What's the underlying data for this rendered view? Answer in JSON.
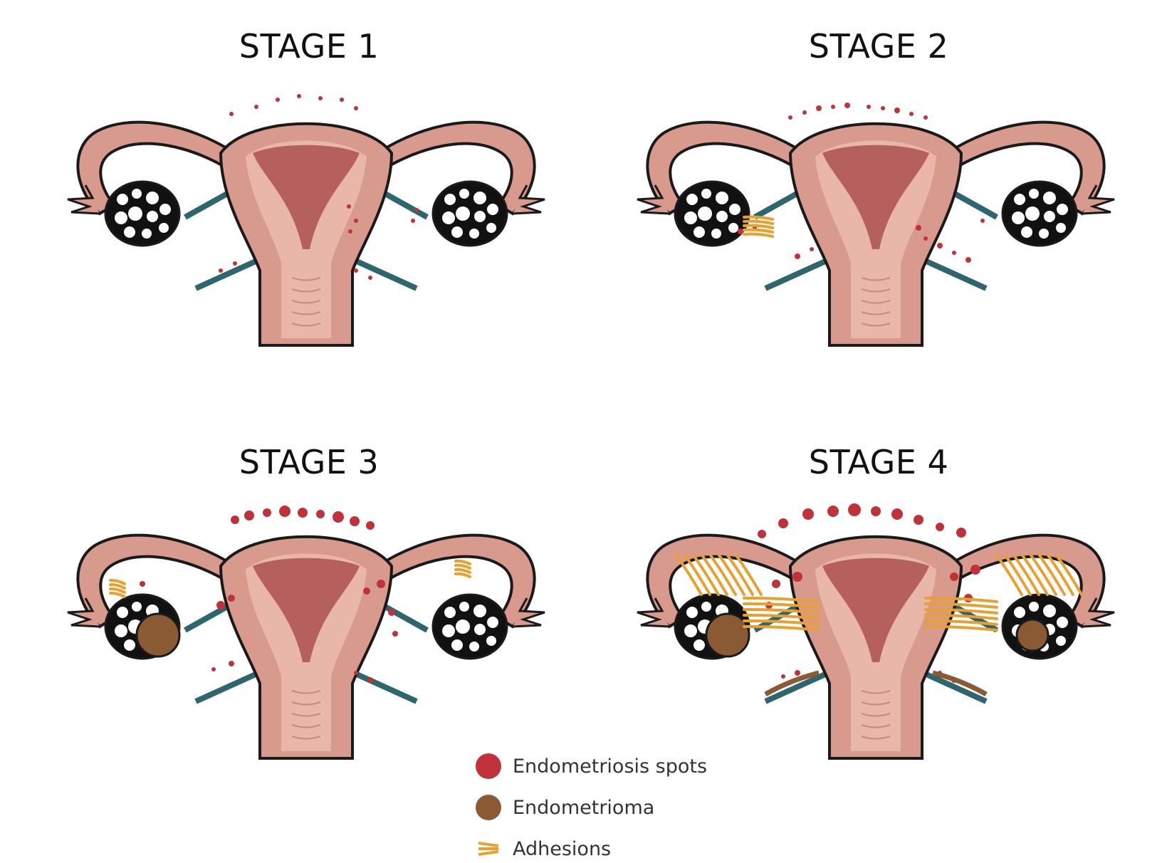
{
  "stages": [
    {
      "title": "STAGE 1"
    },
    {
      "title": "STAGE 2"
    },
    {
      "title": "STAGE 3"
    },
    {
      "title": "STAGE 4"
    }
  ],
  "legend": {
    "items": [
      {
        "label": "Endometriosis spots",
        "color": "#c0323a",
        "icon": "red-dot-icon"
      },
      {
        "label": "Endometrioma",
        "color": "#8a5a34",
        "icon": "brown-dot-icon"
      },
      {
        "label": "Adhesions",
        "color": "#e8a030",
        "icon": "adhesion-lines-icon"
      }
    ]
  },
  "colors": {
    "uterus": "#d99a8e",
    "uterus_inner": "#e9b7aa",
    "cavity": "#b5605c",
    "outline": "#1a1a1a",
    "ligament": "#2e6670",
    "spot": "#c0323a",
    "endometrioma": "#8a5a34",
    "adhesion": "#e8a030"
  }
}
